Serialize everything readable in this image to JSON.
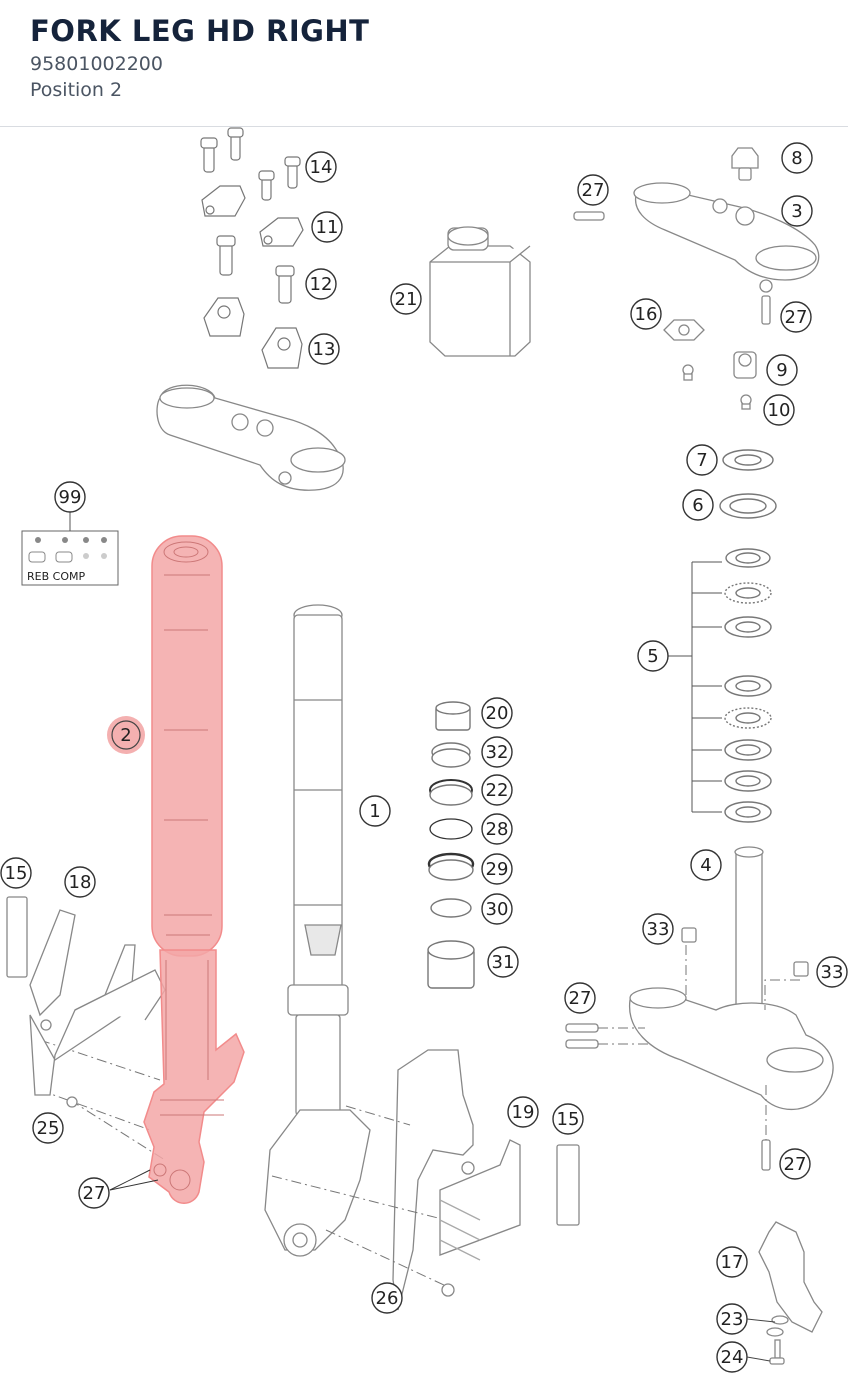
{
  "header": {
    "title": "FORK LEG HD RIGHT",
    "part_number": "95801002200",
    "position": "Position 2"
  },
  "diagram": {
    "highlight_color": "#f28b8b",
    "callouts": [
      "14",
      "11",
      "12",
      "13",
      "21",
      "8",
      "27",
      "3",
      "27",
      "16",
      "9",
      "10",
      "7",
      "6",
      "5",
      "99",
      "2",
      "20",
      "32",
      "22",
      "28",
      "1",
      "29",
      "30",
      "31",
      "4",
      "33",
      "33",
      "27",
      "15",
      "18",
      "25",
      "27",
      "19",
      "15",
      "26",
      "27",
      "17",
      "23",
      "24"
    ],
    "inset_label": "REB COMP"
  }
}
